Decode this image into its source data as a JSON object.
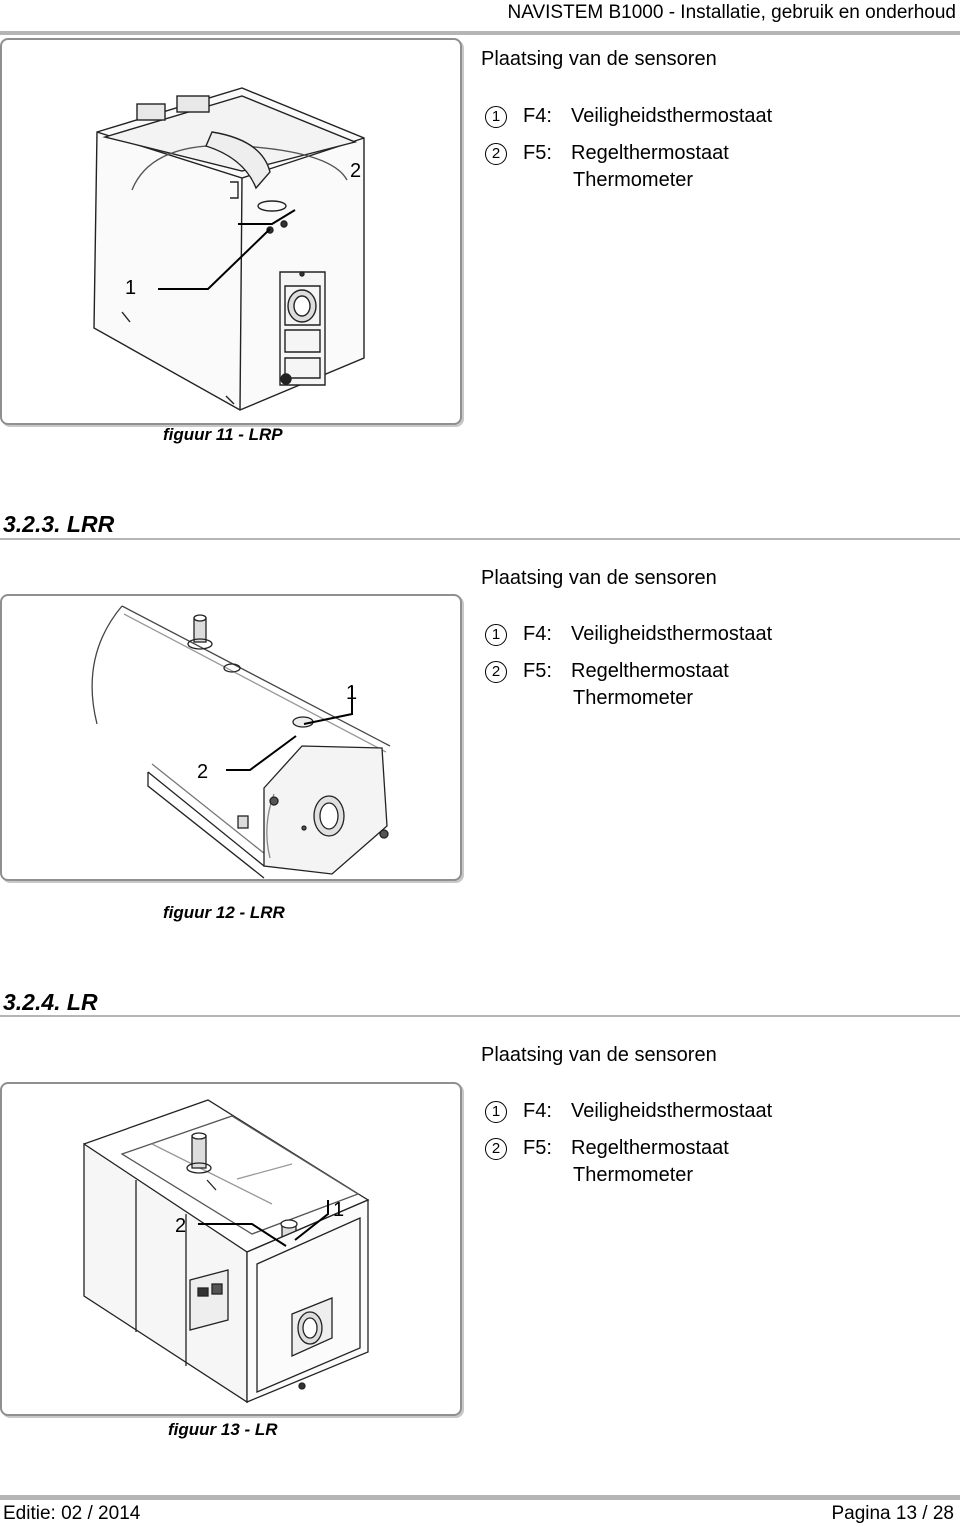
{
  "header": {
    "title": "NAVISTEM B1000 - Installatie, gebruik en onderhoud"
  },
  "figures": [
    {
      "legend_title": "Plaatsing van de sensoren",
      "items": [
        {
          "num": "1",
          "code": "F4:",
          "lines": [
            "Veiligheidsthermostaat"
          ]
        },
        {
          "num": "2",
          "code": "F5:",
          "lines": [
            "Regelthermostaat",
            "Thermometer"
          ]
        }
      ],
      "callouts": [
        "1",
        "2"
      ],
      "caption": "figuur  11 - LRP"
    },
    {
      "section_title": "3.2.3.  LRR",
      "legend_title": "Plaatsing van de sensoren",
      "items": [
        {
          "num": "1",
          "code": "F4:",
          "lines": [
            "Veiligheidsthermostaat"
          ]
        },
        {
          "num": "2",
          "code": "F5:",
          "lines": [
            "Regelthermostaat",
            "Thermometer"
          ]
        }
      ],
      "callouts": [
        "1",
        "2"
      ],
      "caption": "figuur  12 - LRR"
    },
    {
      "section_title": "3.2.4.  LR",
      "legend_title": "Plaatsing van de sensoren",
      "items": [
        {
          "num": "1",
          "code": "F4:",
          "lines": [
            "Veiligheidsthermostaat"
          ]
        },
        {
          "num": "2",
          "code": "F5:",
          "lines": [
            "Regelthermostaat",
            "Thermometer"
          ]
        }
      ],
      "callouts": [
        "1",
        "2"
      ],
      "caption": "figuur  13 - LR"
    }
  ],
  "footer": {
    "edition": "Editie: 02 / 2014",
    "page": "Pagina 13 / 28"
  }
}
